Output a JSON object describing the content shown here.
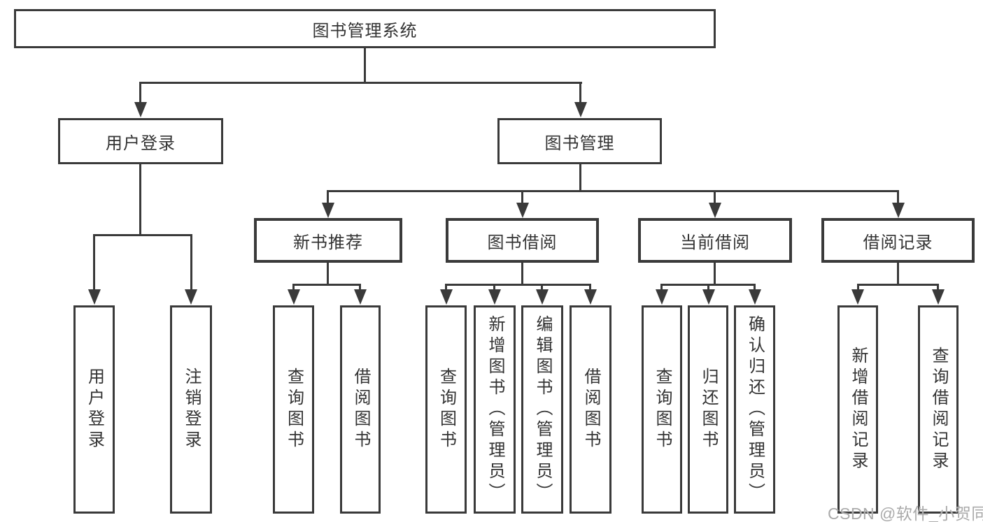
{
  "diagram": {
    "root": "图书管理系统",
    "branches": [
      {
        "label": "用户登录",
        "children": [
          "用户登录",
          "注销登录"
        ]
      },
      {
        "label": "图书管理",
        "groups": [
          {
            "label": "新书推荐",
            "children": [
              "查询图书",
              "借阅图书"
            ]
          },
          {
            "label": "图书借阅",
            "children": [
              "查询图书",
              "新增图书（管理员）",
              "编辑图书（管理员）",
              "借阅图书"
            ]
          },
          {
            "label": "当前借阅",
            "children": [
              "查询图书",
              "归还图书",
              "确认归还（管理员）"
            ]
          },
          {
            "label": "借阅记录",
            "children": [
              "新增借阅记录",
              "查询借阅记录"
            ]
          }
        ]
      }
    ]
  },
  "watermark": "CSDN @软件_小贺同学",
  "colors": {
    "line": "#3a3a3a",
    "text": "#333333",
    "background": "#ffffff",
    "watermark": "#aaaaaa"
  }
}
